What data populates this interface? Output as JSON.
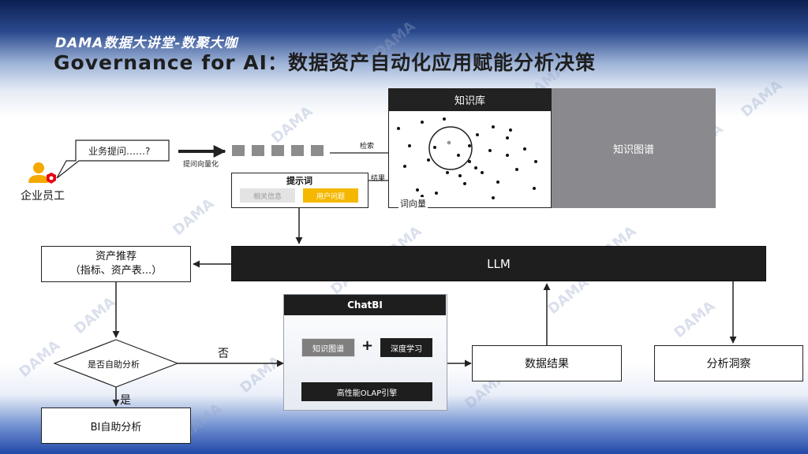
{
  "header": {
    "subtitle": "DAMA数据大讲堂-数聚大咖",
    "title": "Governance for AI：数据资产自动化应用赋能分析决策"
  },
  "watermark": "DAMA",
  "employee": {
    "bubble": "业务提问……?",
    "label": "企业员工"
  },
  "vectorize_label": "提问向量化",
  "search_label": "检索",
  "result_label": "结果",
  "word_vector_label": "词向量",
  "knowledge_base": {
    "title": "知识库",
    "graph": "知识图谱"
  },
  "prompt": {
    "title": "提示词",
    "related": "相关信息",
    "user_question": "用户问题"
  },
  "llm": "LLM",
  "asset_recommend": {
    "line1": "资产推荐",
    "line2": "（指标、资产表...）"
  },
  "decision": {
    "question": "是否自助分析",
    "yes": "是",
    "no": "否"
  },
  "bi_self": "BI自助分析",
  "chatbi": {
    "title": "ChatBI",
    "kg": "知识图谱",
    "plus": "+",
    "deep": "深度学习",
    "olap": "高性能OLAP引擎"
  },
  "data_result": "数据结果",
  "insight": "分析洞察",
  "colors": {
    "accent_yellow": "#f5b800",
    "dark": "#222222",
    "gray_panel": "#8a8a8e",
    "title_blue": "#0d1f52"
  }
}
